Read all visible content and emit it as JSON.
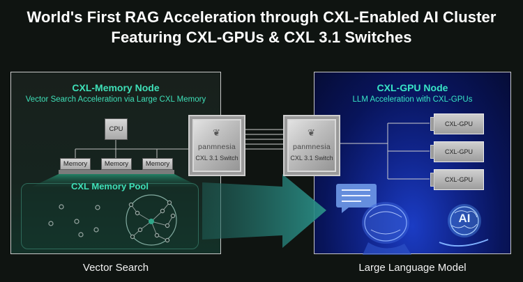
{
  "title": {
    "line1": "World's First RAG Acceleration through CXL-Enabled AI Cluster",
    "line2": "Featuring CXL-GPUs & CXL 3.1 Switches"
  },
  "left_node": {
    "title": "CXL-Memory Node",
    "subtitle": "Vector Search Acceleration via Large CXL Memory",
    "cpu_label": "CPU",
    "memory_labels": [
      "Memory",
      "Memory",
      "Memory"
    ],
    "pool_label": "CXL Memory Pool"
  },
  "switches": [
    {
      "brand": "panmnesia",
      "model": "CXL 3.1 Switch"
    },
    {
      "brand": "panmnesia",
      "model": "CXL 3.1 Switch"
    }
  ],
  "right_node": {
    "title": "CXL-GPU Node",
    "subtitle": "LLM Acceleration with CXL-GPUs",
    "gpu_labels": [
      "CXL-GPU",
      "CXL-GPU",
      "CXL-GPU"
    ],
    "ai_label": "AI"
  },
  "captions": {
    "left": "Vector Search",
    "right": "Large Language Model"
  },
  "colors": {
    "accent": "#3fe0b8",
    "background": "#0f1411",
    "gpu_panel": "#10248a",
    "arrow": "#2d8f86"
  }
}
